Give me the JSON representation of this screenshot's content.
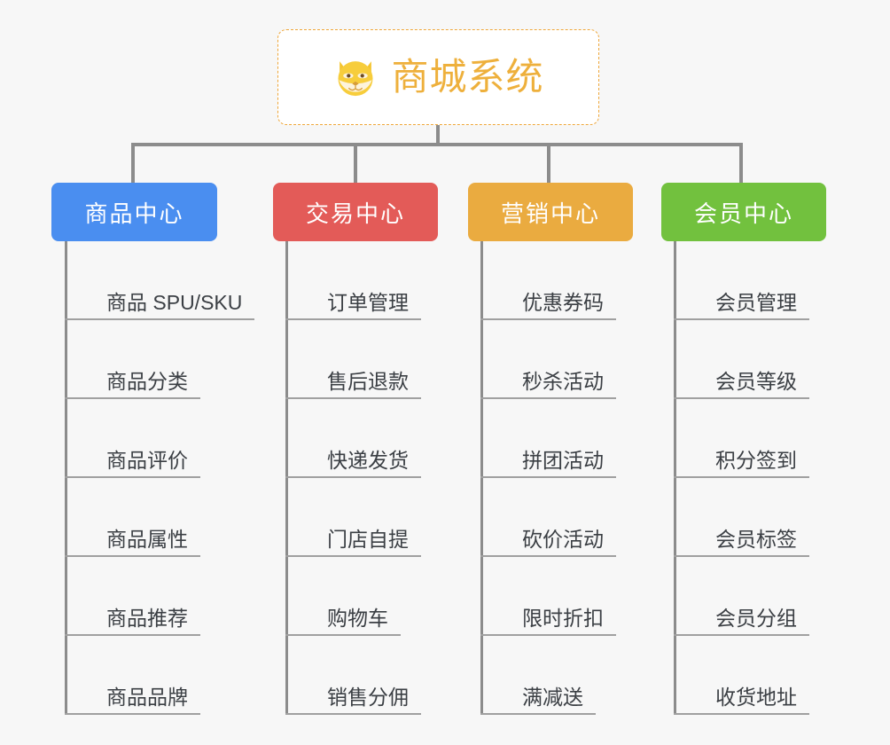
{
  "diagram": {
    "type": "mindmap-tree",
    "background_color": "#f7f7f7",
    "connector_color": "#8c8c8c",
    "leaf_text_color": "#3b3f44",
    "leaf_underline_color": "#a0a0a0"
  },
  "root": {
    "title": "商城系统",
    "icon": "dog-face-icon",
    "text_color": "#eeb03c",
    "border_color": "#efa73a",
    "background_color": "#ffffff"
  },
  "branches": [
    {
      "label": "商品中心",
      "color": "#4a8ef0",
      "items": [
        "商品 SPU/SKU",
        "商品分类",
        "商品评价",
        "商品属性",
        "商品推荐",
        "商品品牌"
      ]
    },
    {
      "label": "交易中心",
      "color": "#e35b58",
      "items": [
        "订单管理",
        "售后退款",
        "快递发货",
        "门店自提",
        "购物车",
        "销售分佣"
      ]
    },
    {
      "label": "营销中心",
      "color": "#eaab40",
      "items": [
        "优惠券码",
        "秒杀活动",
        "拼团活动",
        "砍价活动",
        "限时折扣",
        "满减送"
      ]
    },
    {
      "label": "会员中心",
      "color": "#72c13e",
      "items": [
        "会员管理",
        "会员等级",
        "积分签到",
        "会员标签",
        "会员分组",
        "收货地址"
      ]
    }
  ]
}
